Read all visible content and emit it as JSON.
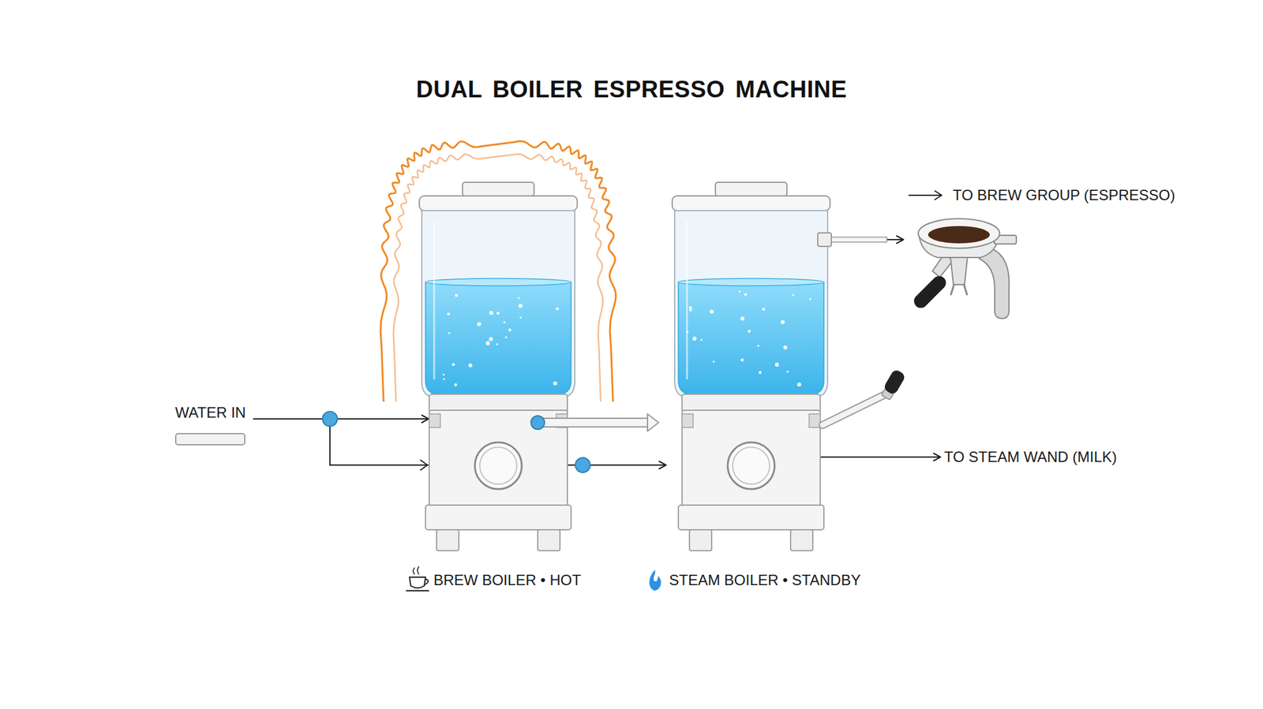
{
  "diagram": {
    "title": "DUAL BOILER ESPRESSO MACHINE",
    "nodes": [
      {
        "text": [
          "WATER IN"
        ]
      },
      {
        "text": [
          "BREW BOILER • HOT"
        ]
      },
      {
        "text": [
          "STEAM BOILER • STANDBY"
        ]
      },
      {
        "text": [
          "TO BREW GROUP (ESPRESSO)"
        ]
      },
      {
        "text": [
          "TO STEAM WAND (MILK)"
        ]
      }
    ],
    "edges": [
      {
        "from": 0,
        "to": 1,
        "arrow": "to"
      },
      {
        "from": 0,
        "to": 2,
        "arrow": "to"
      },
      {
        "from": 2,
        "to": 3,
        "arrow": "to"
      },
      {
        "from": 2,
        "to": 4,
        "arrow": "to"
      }
    ]
  }
}
